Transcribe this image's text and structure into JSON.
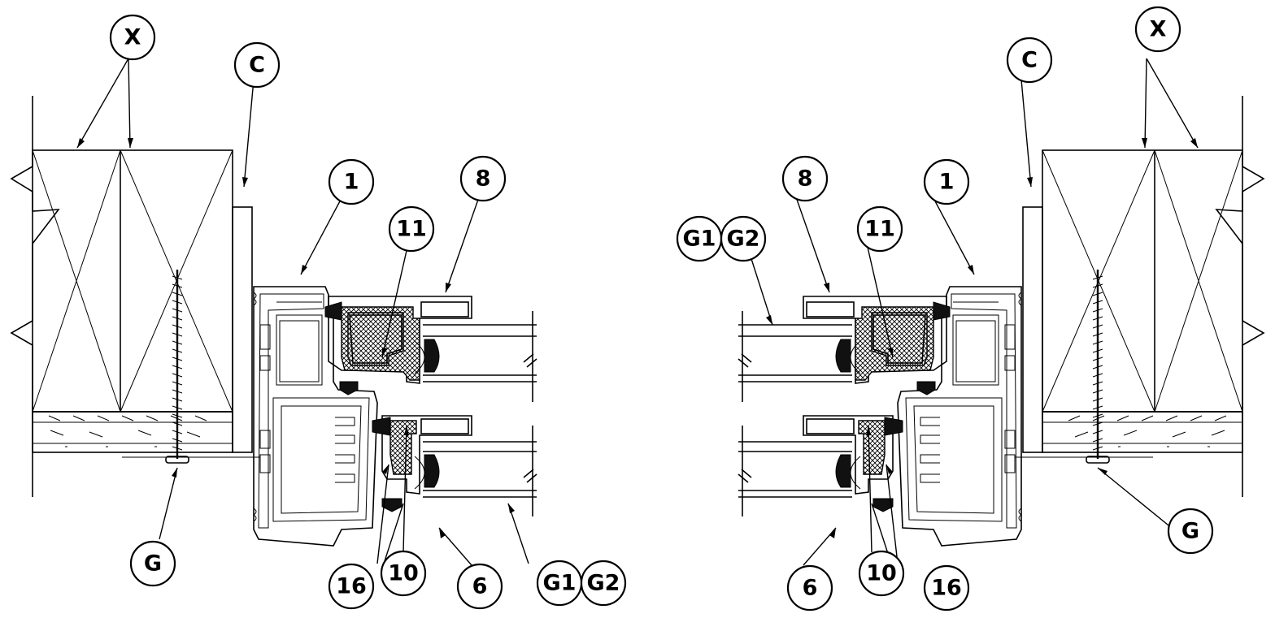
{
  "callouts": {
    "left": {
      "x": "X",
      "c": "C",
      "g": "G",
      "frame": "1",
      "bead": "8",
      "reinforcement": "11",
      "gasket_16": "16",
      "gasket_10": "10",
      "sash": "6",
      "glass_g1": "G1",
      "glass_g2": "G2"
    },
    "right": {
      "x": "X",
      "c": "C",
      "g": "G",
      "frame": "1",
      "bead": "8",
      "reinforcement": "11",
      "gasket_16": "16",
      "gasket_10": "10",
      "sash": "6",
      "glass_g1": "G1",
      "glass_g2": "G2"
    }
  },
  "colors": {
    "line": "#000000",
    "background": "#ffffff"
  }
}
